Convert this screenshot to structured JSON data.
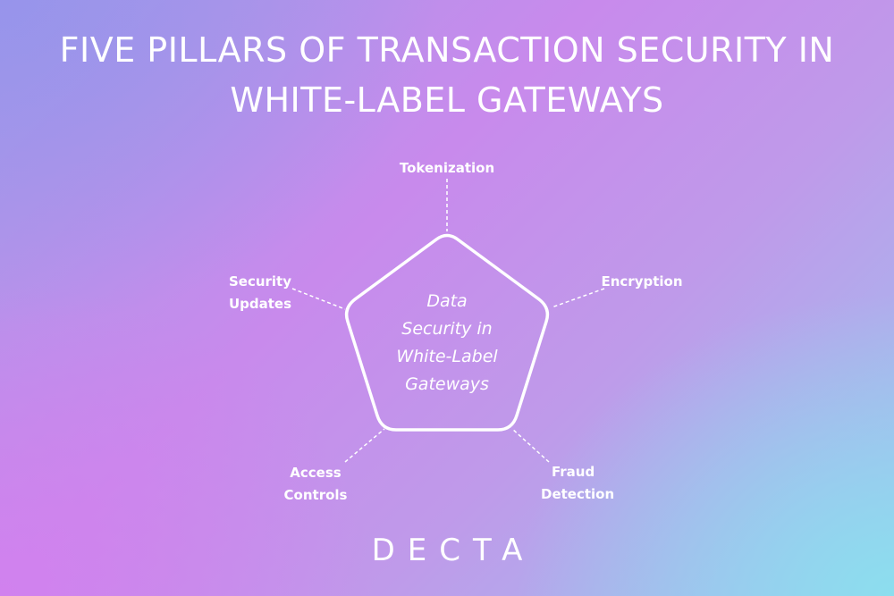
{
  "title": {
    "line1": "FIVE PILLARS OF TRANSACTION SECURITY IN",
    "line2": "WHITE-LABEL GATEWAYS"
  },
  "center": {
    "lines": [
      "Data",
      "Security in",
      "White-Label",
      "Gateways"
    ]
  },
  "pillars": {
    "tokenization": {
      "lines": [
        "Tokenization"
      ]
    },
    "encryption": {
      "lines": [
        "Encryption"
      ]
    },
    "fraud_detection": {
      "lines": [
        "Fraud",
        "Detection"
      ]
    },
    "access_controls": {
      "lines": [
        "Access",
        "Controls"
      ]
    },
    "security_updates": {
      "lines": [
        "Security",
        "Updates"
      ]
    }
  },
  "logo": {
    "text": "DECTA"
  },
  "colors": {
    "foreground": "#ffffff",
    "gradient_start": "#a79ae9",
    "gradient_mid": "#c88aec",
    "gradient_end": "#8cdeee"
  }
}
